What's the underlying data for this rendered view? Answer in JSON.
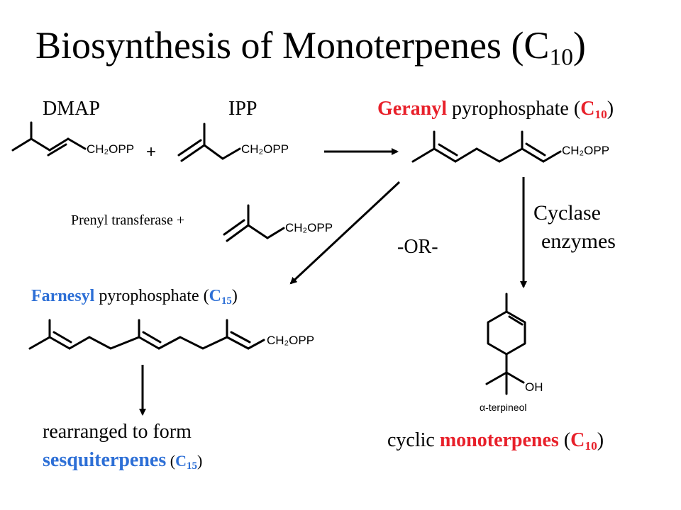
{
  "title": {
    "main": "Biosynthesis of Monoterpenes (C",
    "sub": "10",
    "close": ")"
  },
  "labels": {
    "dmap": "DMAP",
    "ipp": "IPP",
    "geranyl": {
      "name": "Geranyl",
      "rest": " pyrophosphate (",
      "c": "C",
      "sub": "10",
      "close": ")"
    },
    "prenyl": "Prenyl transferase +",
    "or": "-OR-",
    "cyclase_1": "Cyclase",
    "cyclase_2": "enzymes",
    "farnesyl": {
      "name": "Farnesyl",
      "rest": " pyrophosphate (",
      "c": "C",
      "sub": "15",
      "close": ")"
    },
    "rearranged": "rearranged to form",
    "sesqui": {
      "name": "sesquiterpenes",
      "open": " (",
      "c": "C",
      "sub": "15",
      "close": ")"
    },
    "cyclic": {
      "pre": "cyclic ",
      "name": "monoterpenes",
      "open": " (",
      "c": "C",
      "sub": "10",
      "close": ")"
    }
  },
  "structures": {
    "ch2opp_label": "CH₂OPP",
    "plus": "+",
    "oh": "OH",
    "terpineol": "α-terpineol"
  },
  "colors": {
    "red": "#e8202a",
    "blue": "#2d6fd6",
    "ink": "#000000"
  }
}
